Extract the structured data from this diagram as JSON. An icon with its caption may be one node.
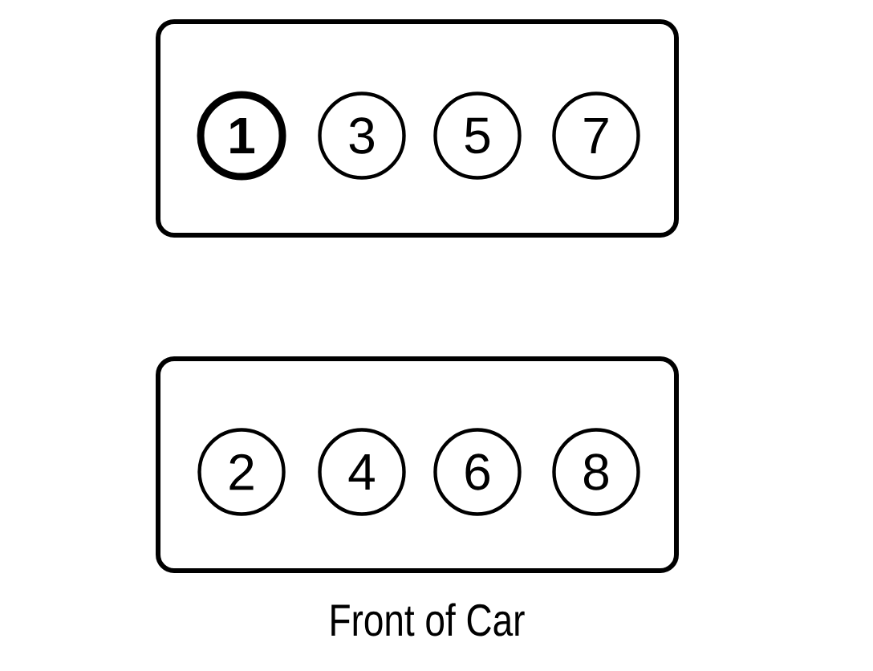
{
  "diagram": {
    "nodes": [
      {
        "text": [],
        "shape": "box"
      },
      {
        "text": [
          "1"
        ],
        "in": 0
      },
      {
        "text": [
          "3"
        ],
        "in": 0
      },
      {
        "text": [
          "5"
        ],
        "in": 0
      },
      {
        "text": [
          "7"
        ],
        "in": 0
      },
      {
        "text": [],
        "shape": "box"
      },
      {
        "text": [
          "2"
        ],
        "in": 5
      },
      {
        "text": [
          "4"
        ],
        "in": 5
      },
      {
        "text": [
          "6"
        ],
        "in": 5
      },
      {
        "text": [
          "8"
        ],
        "in": 5
      }
    ],
    "labels": [
      "Front of Car"
    ]
  }
}
